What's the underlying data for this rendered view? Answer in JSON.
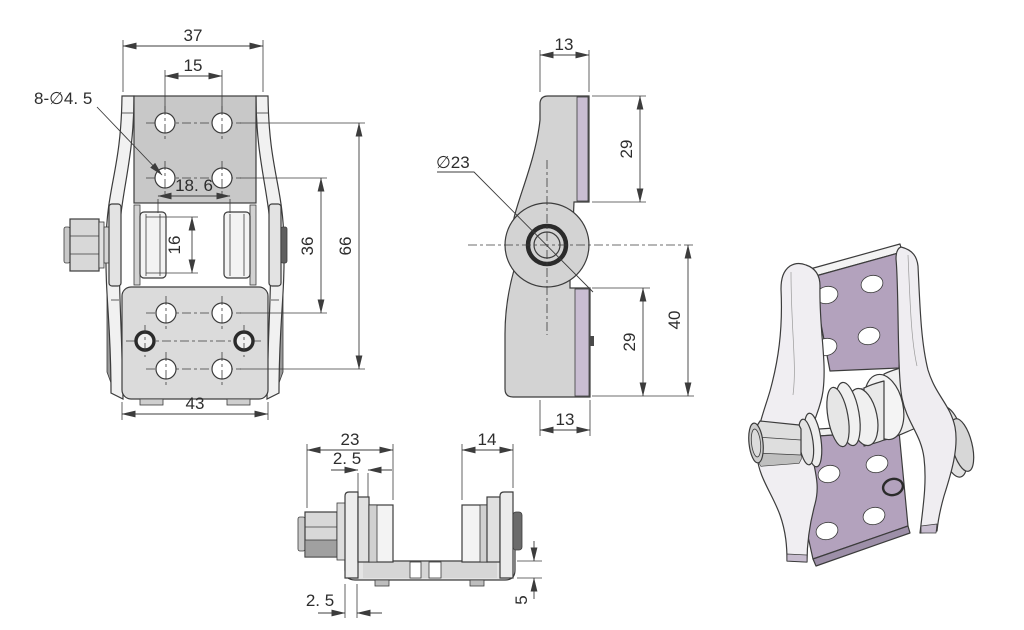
{
  "drawing": {
    "type": "engineering-drawing",
    "part": "s-shaped hinge roller bracket",
    "colors": {
      "line": "#3c3c3c",
      "top_plate_gray": "#c8c8c8",
      "bottom_plate_gray": "#dbdbdb",
      "side_body_gray": "#d3d3d3",
      "lavender_strip": "#c9bdd2",
      "lavender_3d": "#b3a2bd",
      "background": "#ffffff"
    },
    "views": {
      "front": {
        "dims": {
          "top_width": "37",
          "top_hole_spacing": "15",
          "holes_callout": "8-∅4. 5",
          "mid_hole_spacing": "18. 6",
          "roller_diameter": "16",
          "hole_row_span": "36",
          "outer_hole_span": "66",
          "bottom_width": "43"
        }
      },
      "side": {
        "dims": {
          "top_flange_width": "13",
          "boss_diameter": "∅23",
          "upper_flange_height": "29",
          "lower_height": "40",
          "lower_flange_height": "29",
          "bottom_flange_width": "13"
        }
      },
      "bottom": {
        "dims": {
          "left_span": "23",
          "washer_thickness": "2. 5",
          "right_span": "14",
          "edge_offset": "2. 5",
          "web_thickness": "5"
        }
      },
      "iso": {
        "label": "isometric-shaded-view"
      }
    }
  }
}
